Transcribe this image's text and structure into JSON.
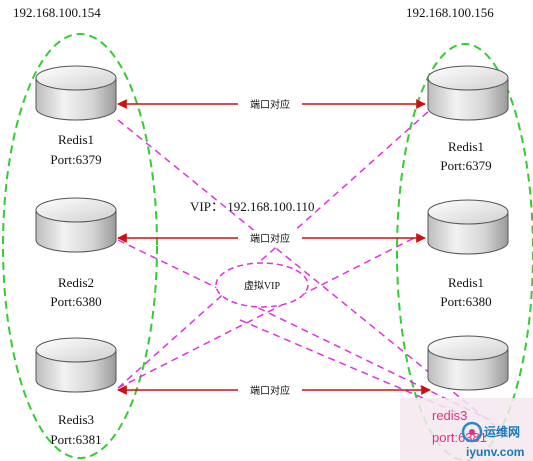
{
  "left_host": {
    "ip": "192.168.100.154"
  },
  "right_host": {
    "ip": "192.168.100.156"
  },
  "vip": {
    "label": "VIP： 192.168.100.110",
    "ellipse_label": "虚拟VIP"
  },
  "links": [
    {
      "label": "端口对应"
    },
    {
      "label": "端口对应"
    },
    {
      "label": "端口对应"
    }
  ],
  "left_nodes": [
    {
      "name": "Redis1",
      "port": "Port:6379"
    },
    {
      "name": "Redis2",
      "port": "Port:6380"
    },
    {
      "name": "Redis3",
      "port": "Port:6381"
    }
  ],
  "right_nodes": [
    {
      "name": "Redis1",
      "port": "Port:6379"
    },
    {
      "name": "Redis1",
      "port": "Port:6380"
    }
  ],
  "overlay": {
    "right_bottom_name": "redis3",
    "right_bottom_port": "port:6381",
    "watermark_site": "运维网",
    "watermark_domain": "iyunv.com"
  },
  "colors": {
    "green_dashed": "#33cc33",
    "magenta_dashed": "#dd33dd",
    "red_arrow": "#cc1111"
  }
}
